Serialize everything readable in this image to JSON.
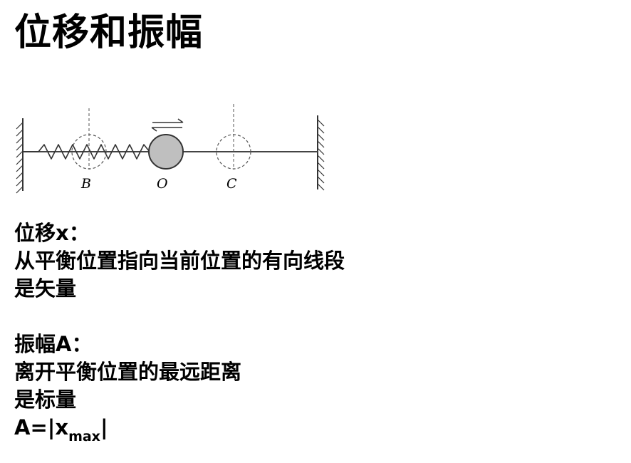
{
  "title": "位移和振幅",
  "figure": {
    "labels": {
      "B": "B",
      "O": "O",
      "C": "C"
    }
  },
  "displacement": {
    "heading": "位移x：",
    "definition": "从平衡位置指向当前位置的有向线段",
    "nature": "是矢量"
  },
  "amplitude": {
    "heading": "振幅A：",
    "definition": "离开平衡位置的最远距离",
    "nature": "是标量",
    "formula": {
      "lhs": "A=",
      "bar_open": "|",
      "var": "x",
      "sub": "max",
      "bar_close": "|"
    }
  }
}
